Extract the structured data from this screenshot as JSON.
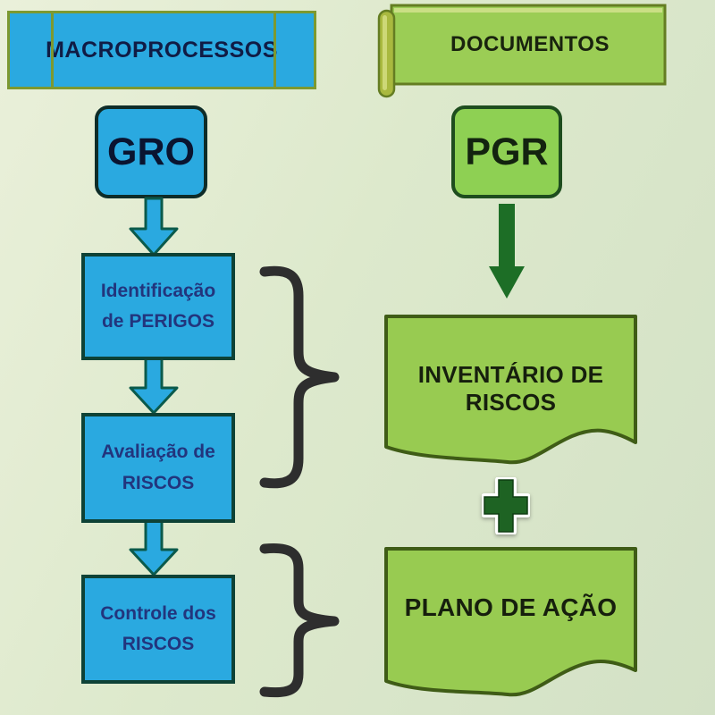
{
  "diagram_title": "GRO / PGR risk-management flow",
  "palette": {
    "background_light": "#eaf0da",
    "background_dark": "#d3e1c6",
    "blue_fill": "#2aa9e0",
    "blue_box_border": "#0e4236",
    "navy_text": "#22357d",
    "banner_olive_border": "#7d9930",
    "green_fill": "#9bcd55",
    "green_box_fill": "#8ed053",
    "green_border_dark": "#3f5c16",
    "dark_green_arrow": "#1d6e26",
    "brace_color": "#2e2e2e"
  },
  "left_column": {
    "header": "MACROPROCESSOS",
    "root_node": "GRO",
    "steps": [
      {
        "line1": "Identificação",
        "line2": "de PERIGOS"
      },
      {
        "line1": "Avaliação de",
        "line2": "RISCOS"
      },
      {
        "line1": "Controle dos",
        "line2": "RISCOS"
      }
    ]
  },
  "right_column": {
    "header": "DOCUMENTOS",
    "root_node": "PGR",
    "documents": [
      {
        "label": "INVENTÁRIO DE RISCOS"
      },
      {
        "label": "PLANO DE AÇÃO"
      }
    ]
  },
  "icons": {
    "flow_arrow_blue": "arrow-down",
    "flow_arrow_green": "arrow-down",
    "combine": "plus",
    "grouping": "right-curly-brace"
  }
}
